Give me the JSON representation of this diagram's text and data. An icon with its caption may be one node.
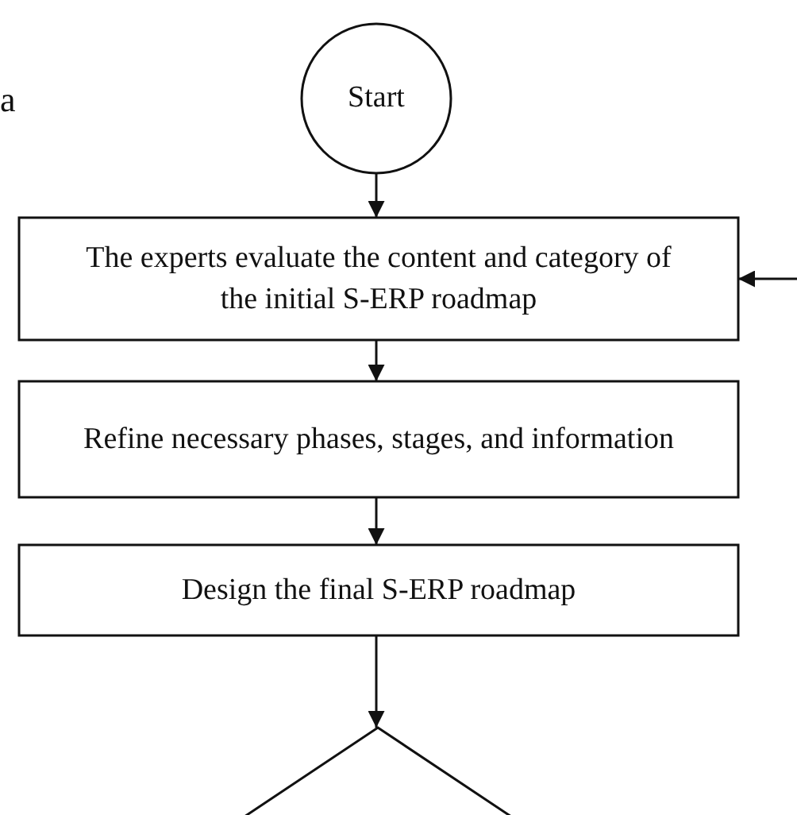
{
  "diagram": {
    "nodes": [
      {
        "text": [
          "Start"
        ]
      },
      {
        "text": [
          "The experts evaluate the content and category of the initial S-ERP roadmap"
        ]
      },
      {
        "text": [
          "Refine necessary phases, stages, and information"
        ]
      },
      {
        "text": [
          "Design the final S-ERP roadmap"
        ]
      },
      {
        "text": [],
        "shape": "diamond"
      }
    ],
    "edges": [
      {
        "from": 0,
        "to": 1,
        "arrow": "to"
      },
      {
        "from": 1,
        "to": 2,
        "arrow": "to"
      },
      {
        "from": 2,
        "to": 3,
        "arrow": "to"
      },
      {
        "from": 3,
        "to": 4,
        "arrow": "to"
      },
      {
        "from": null,
        "to": 1,
        "arrow": "to"
      }
    ],
    "labels": [
      "a"
    ]
  }
}
